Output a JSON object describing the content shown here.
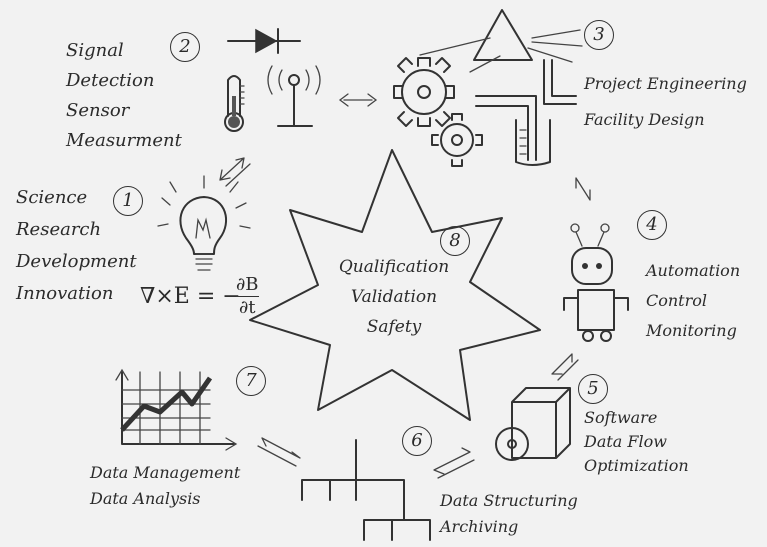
{
  "groups": {
    "g1": {
      "number": "1",
      "lines": [
        "Science",
        "Research",
        "Development",
        "Innovation"
      ]
    },
    "g2": {
      "number": "2",
      "lines": [
        "Signal",
        "Detection",
        "Sensor",
        "Measurment"
      ]
    },
    "g3": {
      "number": "3",
      "lines": [
        "Project Engineering",
        "Facility Design"
      ]
    },
    "g4": {
      "number": "4",
      "lines": [
        "Automation",
        "Control",
        "Monitoring"
      ]
    },
    "g5": {
      "number": "5",
      "lines": [
        "Software",
        "Data Flow",
        "Optimization"
      ]
    },
    "g6": {
      "number": "6",
      "lines": [
        "Data Structuring",
        "Archiving"
      ]
    },
    "g7": {
      "number": "7",
      "lines": [
        "Data Management",
        "Data Analysis"
      ]
    },
    "g8": {
      "number": "8",
      "lines": [
        "Qualification",
        "Validation",
        "Safety"
      ]
    }
  },
  "formula": {
    "lhs": "∇×E",
    "eq": "= −",
    "num": "∂B",
    "den": "∂t"
  },
  "icons": [
    "light-bulb-icon",
    "diode-icon",
    "thermometer-icon",
    "antenna-icon",
    "gears-icon",
    "prism-icon",
    "pipes-icon",
    "robot-icon",
    "disk-drive-icon",
    "tree-structure-icon",
    "line-chart-icon",
    "star-icon"
  ]
}
